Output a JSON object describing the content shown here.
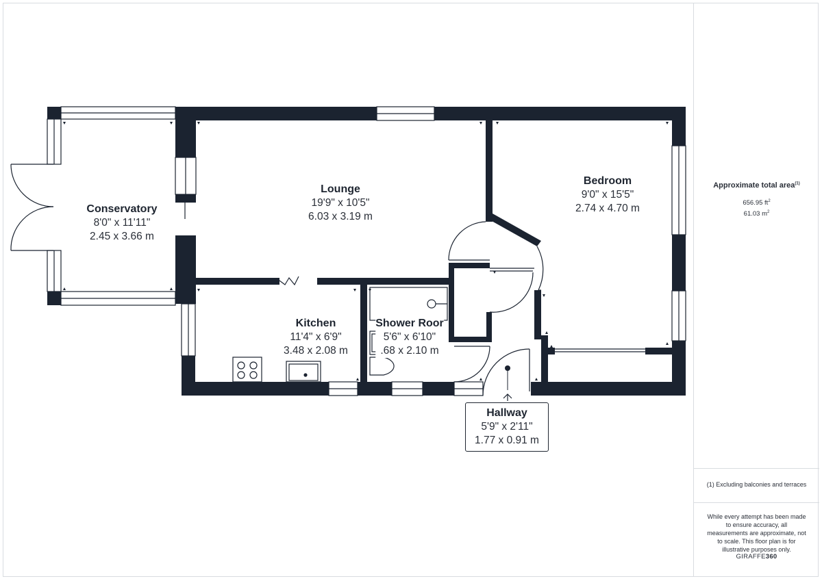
{
  "rooms": {
    "conservatory": {
      "name": "Conservatory",
      "dim_imperial": "8'0\" x 11'11\"",
      "dim_metric": "2.45 x 3.66 m"
    },
    "lounge": {
      "name": "Lounge",
      "dim_imperial": "19'9\" x 10'5\"",
      "dim_metric": "6.03 x 3.19 m"
    },
    "bedroom": {
      "name": "Bedroom",
      "dim_imperial": "9'0\" x 15'5\"",
      "dim_metric": "2.74 x 4.70 m"
    },
    "kitchen": {
      "name": "Kitchen",
      "dim_imperial": "11'4\" x 6'9\"",
      "dim_metric": "3.48 x 2.08 m"
    },
    "shower_room": {
      "name": "Shower Roor",
      "dim_imperial": "5'6\" x 6'10\"",
      "dim_metric": ".68 x 2.10 m"
    },
    "hallway": {
      "name": "Hallway",
      "dim_imperial": "5'9\" x 2'11\"",
      "dim_metric": "1.77 x 0.91 m"
    }
  },
  "sidebar": {
    "area_title": "Approximate total area",
    "area_title_note": "(1)",
    "area_ft": "656.95 ft",
    "area_ft_sup": "2",
    "area_m": "61.03 m",
    "area_m_sup": "2",
    "footnote": "(1) Excluding balconies and terraces",
    "disclaimer": "While every attempt has been made to ensure accuracy, all measurements are approximate, not to scale. This floor plan is for illustrative purposes only.",
    "brand_light": "GIRAFFE",
    "brand_bold": "360"
  },
  "colors": {
    "wall": "#1b2330",
    "text": "#1e2530",
    "border": "#d9dce0"
  }
}
